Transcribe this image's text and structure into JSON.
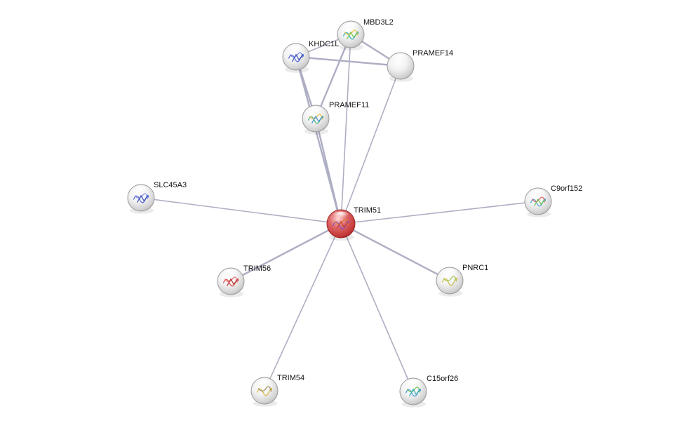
{
  "network": {
    "query_node": "TRIM51",
    "nodes": [
      {
        "id": "TRIM51",
        "label": "TRIM51",
        "query": true,
        "structure": "yes",
        "struct_colors": [
          "#7a4fd0",
          "#e07a2a",
          "#c23b3b"
        ]
      },
      {
        "id": "MBD3L2",
        "label": "MBD3L2",
        "query": false,
        "structure": "yes",
        "struct_colors": [
          "#2aa7b8",
          "#e8c23a",
          "#6cc24a"
        ]
      },
      {
        "id": "KHDC1L",
        "label": "KHDC1L",
        "query": false,
        "structure": "yes",
        "struct_colors": [
          "#4a5fd6",
          "#6f7fe0",
          "#3a4fb8"
        ]
      },
      {
        "id": "PRAMEF14",
        "label": "PRAMEF14",
        "query": false,
        "structure": "none",
        "struct_colors": []
      },
      {
        "id": "PRAMEF11",
        "label": "PRAMEF11",
        "query": false,
        "structure": "yes",
        "struct_colors": [
          "#3bb36a",
          "#e6b23a",
          "#3a8fd6"
        ]
      },
      {
        "id": "SLC45A3",
        "label": "SLC45A3",
        "query": false,
        "structure": "yes",
        "struct_colors": [
          "#4a5fd6",
          "#7c8ae6",
          "#3a4fb8"
        ]
      },
      {
        "id": "C9orf152",
        "label": "C9orf152",
        "query": false,
        "structure": "yes",
        "struct_colors": [
          "#3a9fd6",
          "#e05a5a",
          "#6cc24a"
        ]
      },
      {
        "id": "TRIM56",
        "label": "TRIM56",
        "query": false,
        "structure": "yes",
        "struct_colors": [
          "#d63a3a",
          "#e07070",
          "#b82a2a"
        ]
      },
      {
        "id": "PNRC1",
        "label": "PNRC1",
        "query": false,
        "structure": "yes",
        "struct_colors": [
          "#c8b83a",
          "#9fc24a"
        ]
      },
      {
        "id": "TRIM54",
        "label": "TRIM54",
        "query": false,
        "structure": "yes",
        "struct_colors": [
          "#d6b23a",
          "#9a8a5a"
        ]
      },
      {
        "id": "C15orf26",
        "label": "C15orf26",
        "query": false,
        "structure": "yes",
        "struct_colors": [
          "#3a8fd6",
          "#6cc24a",
          "#2aa7b8"
        ]
      }
    ],
    "edges": [
      {
        "source": "TRIM51",
        "target": "MBD3L2",
        "strength": "normal"
      },
      {
        "source": "TRIM51",
        "target": "KHDC1L",
        "strength": "strong"
      },
      {
        "source": "TRIM51",
        "target": "PRAMEF14",
        "strength": "normal"
      },
      {
        "source": "TRIM51",
        "target": "PRAMEF11",
        "strength": "strong"
      },
      {
        "source": "TRIM51",
        "target": "SLC45A3",
        "strength": "normal"
      },
      {
        "source": "TRIM51",
        "target": "C9orf152",
        "strength": "normal"
      },
      {
        "source": "TRIM51",
        "target": "TRIM56",
        "strength": "strong"
      },
      {
        "source": "TRIM51",
        "target": "PNRC1",
        "strength": "strong"
      },
      {
        "source": "TRIM51",
        "target": "TRIM54",
        "strength": "normal"
      },
      {
        "source": "TRIM51",
        "target": "C15orf26",
        "strength": "normal"
      },
      {
        "source": "KHDC1L",
        "target": "MBD3L2",
        "strength": "normal"
      },
      {
        "source": "KHDC1L",
        "target": "PRAMEF14",
        "strength": "strong"
      },
      {
        "source": "KHDC1L",
        "target": "PRAMEF11",
        "strength": "strong"
      },
      {
        "source": "MBD3L2",
        "target": "PRAMEF14",
        "strength": "strong"
      },
      {
        "source": "MBD3L2",
        "target": "PRAMEF11",
        "strength": "strong"
      }
    ],
    "colors": {
      "node_default": "#d9d9d9",
      "node_query": "#c8383a",
      "edge": "#aeaec4",
      "label": "#111111"
    }
  }
}
